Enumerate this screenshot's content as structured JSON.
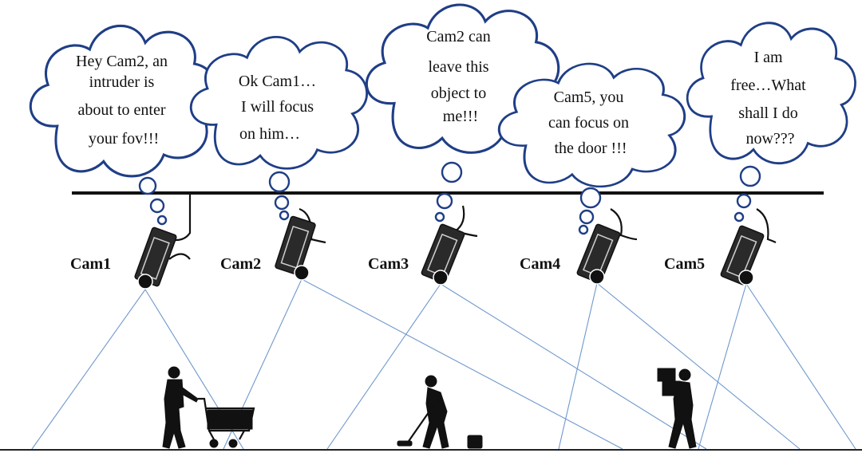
{
  "bubbles": [
    {
      "lines": [
        "Hey Cam2, an",
        "intruder is",
        "about to enter",
        "your fov!!!"
      ]
    },
    {
      "lines": [
        "Ok Cam1…",
        "I will focus",
        "on  him…"
      ]
    },
    {
      "lines": [
        "Cam2 can",
        "leave this",
        "object to",
        "me!!!"
      ]
    },
    {
      "lines": [
        "Cam5, you",
        "can focus on",
        "the door !!!"
      ]
    },
    {
      "lines": [
        "I am",
        "free…What",
        "shall I do",
        "now???"
      ]
    }
  ],
  "cameras": [
    {
      "label": "Cam1"
    },
    {
      "label": "Cam2"
    },
    {
      "label": "Cam3"
    },
    {
      "label": "Cam4"
    },
    {
      "label": "Cam5"
    }
  ],
  "people": [
    {
      "icon": "shopper-with-cart-icon"
    },
    {
      "icon": "janitor-mopping-icon"
    },
    {
      "icon": "worker-carrying-boxes-icon"
    }
  ],
  "colors": {
    "cloud_stroke": "#1f3e86",
    "fov_lines": "#6f98cc",
    "rail": "#111111"
  }
}
